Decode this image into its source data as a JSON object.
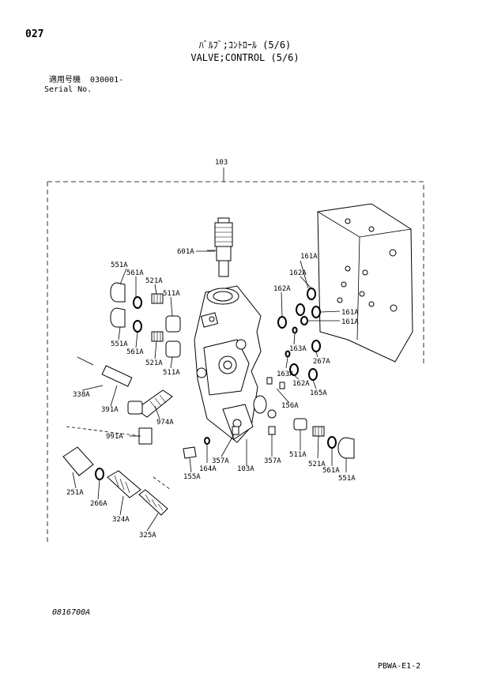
{
  "header": {
    "page_number": "027",
    "title_jp": "ﾊﾞﾙﾌﾞ;ｺﾝﾄﾛｰﾙ (5/6)",
    "title_en": "VALVE;CONTROL (5/6)",
    "serial_label_jp": "適用号機",
    "serial_value": "030001-",
    "serial_label_en": "Serial No."
  },
  "parts": {
    "p103": "103",
    "p601A": "601A",
    "p551A_a": "551A",
    "p561A_a": "561A",
    "p521A_a": "521A",
    "p511A_a": "511A",
    "p551A_b": "551A",
    "p561A_b": "561A",
    "p521A_b": "521A",
    "p511A_b": "511A",
    "p161A_a": "161A",
    "p162A_a": "162A",
    "p162A_b": "162A",
    "p161A_b": "161A",
    "p161A_c": "161A",
    "p163A_a": "163A",
    "p267A": "267A",
    "p163A_b": "163A",
    "p162A_c": "162A",
    "p165A": "165A",
    "p156A": "156A",
    "p338A": "338A",
    "p391A": "391A",
    "p974A": "974A",
    "p991A": "991A",
    "p511A_c": "511A",
    "p521A_c": "521A",
    "p561A_c": "561A",
    "p551A_c": "551A",
    "p357A_a": "357A",
    "p357A_b": "357A",
    "p164A": "164A",
    "p155A": "155A",
    "p103A": "103A",
    "p251A": "251A",
    "p266A": "266A",
    "p324A": "324A",
    "p325A": "325A"
  },
  "footer": {
    "drawing_code": "0816700A",
    "page_code": "PBWA-E1-2"
  }
}
